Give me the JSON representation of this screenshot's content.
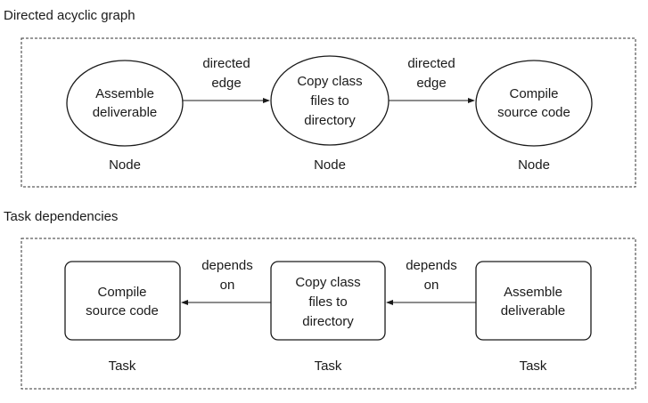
{
  "sections": [
    {
      "title": "Directed acyclic graph",
      "nodes": [
        {
          "lines": [
            "Assemble",
            "deliverable"
          ],
          "caption": "Node"
        },
        {
          "lines": [
            "Copy class",
            "files to",
            "directory"
          ],
          "caption": "Node"
        },
        {
          "lines": [
            "Compile",
            "source code"
          ],
          "caption": "Node"
        }
      ],
      "edges": [
        {
          "lines": [
            "directed",
            "edge"
          ]
        },
        {
          "lines": [
            "directed",
            "edge"
          ]
        }
      ]
    },
    {
      "title": "Task dependencies",
      "nodes": [
        {
          "lines": [
            "Compile",
            "source code"
          ],
          "caption": "Task"
        },
        {
          "lines": [
            "Copy class",
            "files to",
            "directory"
          ],
          "caption": "Task"
        },
        {
          "lines": [
            "Assemble",
            "deliverable"
          ],
          "caption": "Task"
        }
      ],
      "edges": [
        {
          "lines": [
            "depends",
            "on"
          ]
        },
        {
          "lines": [
            "depends",
            "on"
          ]
        }
      ]
    }
  ]
}
